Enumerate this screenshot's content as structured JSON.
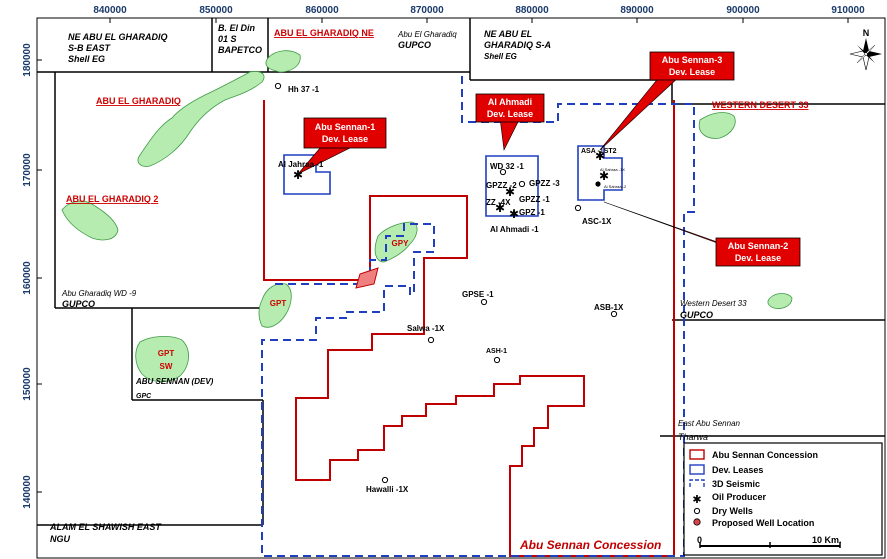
{
  "axes": {
    "x_ticks": [
      "840000",
      "850000",
      "860000",
      "870000",
      "880000",
      "890000",
      "900000",
      "910000"
    ],
    "y_ticks": [
      "180000",
      "170000",
      "160000",
      "150000",
      "140000"
    ]
  },
  "blocks": {
    "ne_abu_el_gharadiq_left": "NE ABU EL GHARADIQ",
    "sb_east": "S-B EAST",
    "shell_left": "Shell EG",
    "b_el_din_1": "B. El Din",
    "b_el_din_2": "01 S",
    "bapetco": "BAPETCO",
    "abu_el_gharadiq_ne": "ABU EL GHARADIQ NE",
    "abu_el_gharadiq_gupco_1": "Abu El Gharadiq",
    "abu_el_gharadiq_gupco_2": "GUPCO",
    "ne_abu_el_right_1": "NE ABU EL",
    "ne_abu_el_right_2": "GHARADIQ S-A",
    "shell_right": "Shell EG",
    "abu_el_gharadiq": "ABU EL GHARADIQ",
    "western_desert_33_top": "WESTERN DESERT 33",
    "abu_el_gharadiq_2": "ABU EL GHARADIQ 2",
    "abu_gharadiq_wd9": "Abu Gharadiq WD -9",
    "gupco_left": "GUPCO",
    "western_desert_33_right": "Western Desert 33",
    "gupco_right": "GUPCO",
    "abu_sennan_dev": "ABU SENNAN (DEV)",
    "gpc": "GPC",
    "east_abu_sennan": "East Abu Sennan",
    "tharwa": "Tharwa",
    "alam_el_shawish_east": "ALAM EL SHAWISH EAST",
    "ngu": "NGU"
  },
  "fields": {
    "gpy": "GPY",
    "gpt": "GPT",
    "gpt_sw_1": "GPT",
    "gpt_sw_2": "SW"
  },
  "leases": {
    "abu_sennan_1": [
      "Abu Sennan-1",
      "Dev. Lease"
    ],
    "al_ahmadi": [
      "Al Ahmadi",
      "Dev. Lease"
    ],
    "abu_sennan_3": [
      "Abu Sennan-3",
      "Dev. Lease"
    ],
    "abu_sennan_2": [
      "Abu Sennan-2",
      "Dev. Lease"
    ]
  },
  "wells": {
    "hh37": "Hh 37 -1",
    "al_jahraa": "Al Jahraa -1",
    "wd32": "WD 32 -1",
    "gpzz2": "GPZZ -2",
    "gpzz3": "GPZZ -3",
    "gpzz1": "GPZZ -1",
    "zz4x": "ZZ -4X",
    "gpz1": "GPZ -1",
    "al_ahmadi1": "Al Ahmadi -1",
    "asa_st2": "ASA -1ST2",
    "al_sahraa_1x": "Al Sahraa -1X",
    "al_sahraa_2": "Al Sahraa -2",
    "asc1x": "ASC-1X",
    "gpse1": "GPSE -1",
    "asb1x": "ASB-1X",
    "salwa1x": "Salwa -1X",
    "ash1": "ASH-1",
    "hawalli1x": "Hawalli -1X"
  },
  "concession_title": "Abu Sennan Concession",
  "north_label": "N",
  "legend": {
    "items": [
      "Abu Sennan Concession",
      "Dev. Leases",
      "3D Seismic",
      "Oil Producer",
      "Dry  Wells",
      "Proposed Well Location"
    ],
    "scale_start": "0",
    "scale_end": "10 Km."
  },
  "colors": {
    "concession": "#c00000",
    "lease": "#1f3fbf",
    "field_fill": "#b6ecb0",
    "field_stroke": "#3f9a46",
    "callout": "#e00000",
    "proposed_well": "#d64545"
  }
}
